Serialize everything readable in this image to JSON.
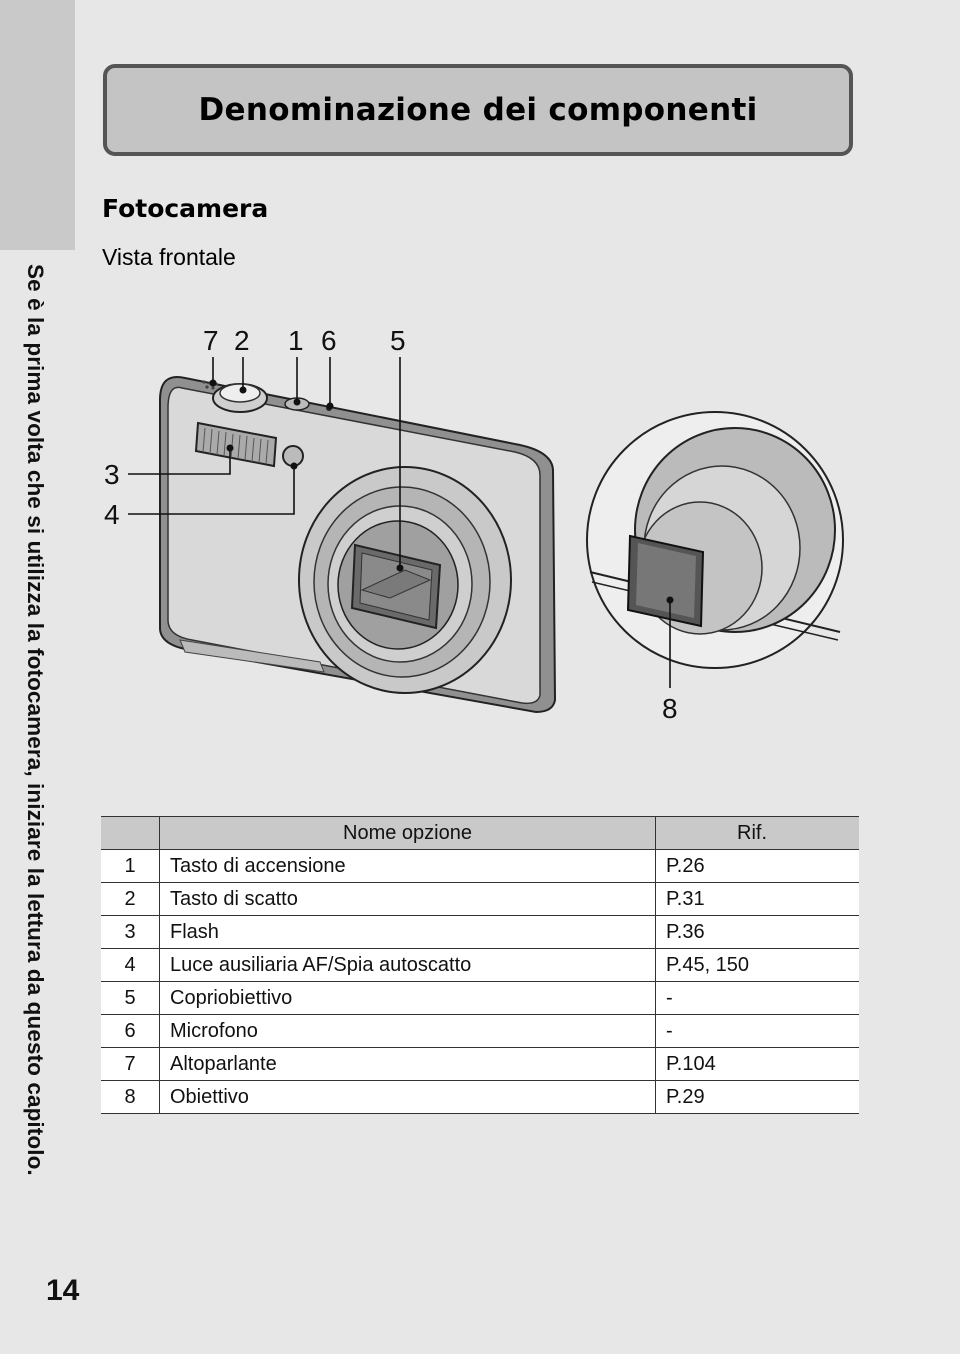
{
  "side_tab": {
    "text": "Se è la prima volta che si utilizza la fotocamera, iniziare la lettura da questo capitolo."
  },
  "page_number": "14",
  "header": {
    "title": "Denominazione dei componenti"
  },
  "section": {
    "title": "Fotocamera",
    "subtitle": "Vista frontale"
  },
  "figure": {
    "callouts": [
      "7",
      "2",
      "1",
      "6",
      "5",
      "3",
      "4",
      "8"
    ]
  },
  "table": {
    "headers": {
      "num": "",
      "name": "Nome opzione",
      "ref": "Rif."
    },
    "rows": [
      {
        "num": "1",
        "name": "Tasto di accensione",
        "ref": "P.26"
      },
      {
        "num": "2",
        "name": "Tasto di scatto",
        "ref": "P.31"
      },
      {
        "num": "3",
        "name": "Flash",
        "ref": "P.36"
      },
      {
        "num": "4",
        "name": "Luce ausiliaria AF/Spia autoscatto",
        "ref": "P.45, 150"
      },
      {
        "num": "5",
        "name": "Copriobiettivo",
        "ref": "-"
      },
      {
        "num": "6",
        "name": "Microfono",
        "ref": "-"
      },
      {
        "num": "7",
        "name": "Altoparlante",
        "ref": "P.104"
      },
      {
        "num": "8",
        "name": "Obiettivo",
        "ref": "P.29"
      }
    ]
  }
}
